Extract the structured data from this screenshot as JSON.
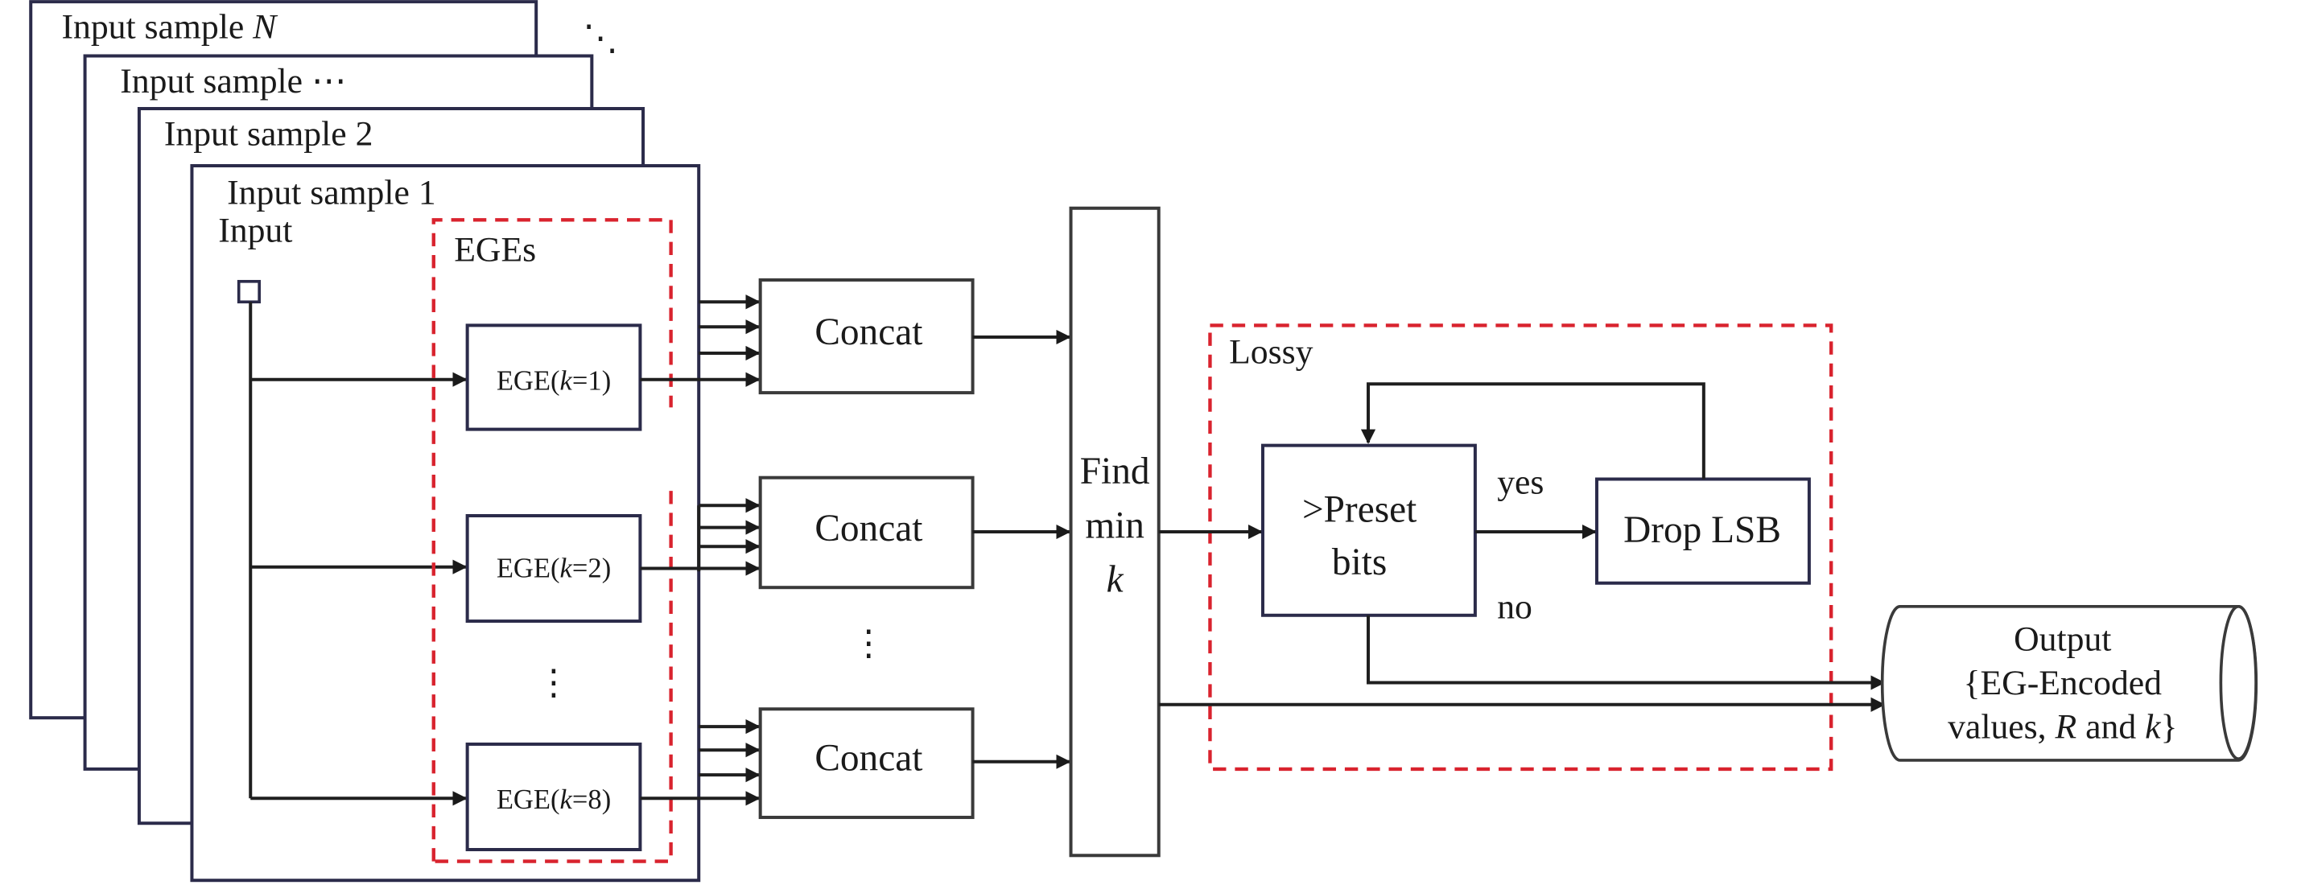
{
  "samples": {
    "n": {
      "prefix": "Input sample ",
      "suffix": "N"
    },
    "dots": {
      "label": "Input sample ⋯"
    },
    "two": {
      "label": "Input sample 2"
    },
    "one": {
      "label": "Input sample 1"
    },
    "stack_ellipsis": "⋱"
  },
  "input_label": "Input",
  "eges": {
    "group_label": "EGEs",
    "items": [
      {
        "prefix": "EGE(",
        "var": "k",
        "eq": "=1)"
      },
      {
        "prefix": "EGE(",
        "var": "k",
        "eq": "=2)"
      },
      {
        "prefix": "EGE(",
        "var": "k",
        "eq": "=8)"
      }
    ],
    "vdots": "⋮"
  },
  "concat": {
    "labels": [
      "Concat",
      "Concat",
      "Concat"
    ],
    "vdots": "⋮"
  },
  "find_min": {
    "line1": "Find",
    "line2": "min",
    "line3": "k"
  },
  "lossy": {
    "group_label": "Lossy",
    "preset_line1": ">Preset",
    "preset_line2": "bits",
    "drop_label": "Drop LSB",
    "yes_label": "yes",
    "no_label": "no"
  },
  "output": {
    "line1": "Output",
    "line2": "{EG-Encoded",
    "line3_a": "values, ",
    "line3_r": "R",
    "line3_b": " and ",
    "line3_k": "k",
    "line3_c": "}"
  },
  "colors": {
    "frame": "#2b2b4a",
    "dashed_group": "#d9232e",
    "wire": "#1f1f1f"
  }
}
